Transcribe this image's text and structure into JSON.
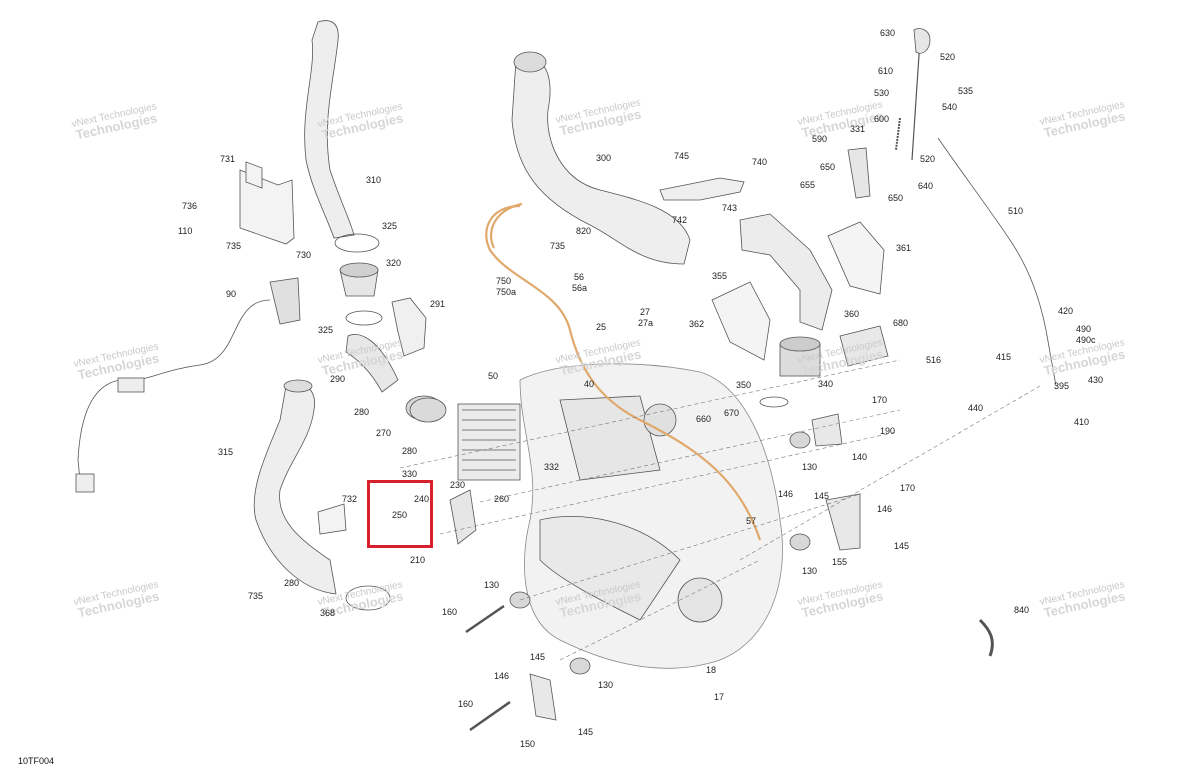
{
  "doc_code": "10TF004",
  "watermark": {
    "line1": "vNext Technologies",
    "line2": "Technologies"
  },
  "highlight_color": "#d6202e",
  "part_labels": [
    {
      "id": "630",
      "text": "630"
    },
    {
      "id": "520a",
      "text": "520"
    },
    {
      "id": "610",
      "text": "610"
    },
    {
      "id": "535",
      "text": "535"
    },
    {
      "id": "530",
      "text": "530"
    },
    {
      "id": "540",
      "text": "540"
    },
    {
      "id": "600",
      "text": "600"
    },
    {
      "id": "331",
      "text": "331"
    },
    {
      "id": "590",
      "text": "590"
    },
    {
      "id": "520b",
      "text": "520"
    },
    {
      "id": "650a",
      "text": "650"
    },
    {
      "id": "655",
      "text": "655"
    },
    {
      "id": "640",
      "text": "640"
    },
    {
      "id": "650b",
      "text": "650"
    },
    {
      "id": "510",
      "text": "510"
    },
    {
      "id": "745",
      "text": "745"
    },
    {
      "id": "740",
      "text": "740"
    },
    {
      "id": "743",
      "text": "743"
    },
    {
      "id": "742",
      "text": "742"
    },
    {
      "id": "300",
      "text": "300"
    },
    {
      "id": "820",
      "text": "820"
    },
    {
      "id": "735a",
      "text": "735"
    },
    {
      "id": "355",
      "text": "355"
    },
    {
      "id": "361",
      "text": "361"
    },
    {
      "id": "360",
      "text": "360"
    },
    {
      "id": "362",
      "text": "362"
    },
    {
      "id": "680",
      "text": "680"
    },
    {
      "id": "516",
      "text": "516"
    },
    {
      "id": "340",
      "text": "340"
    },
    {
      "id": "350",
      "text": "350"
    },
    {
      "id": "170a",
      "text": "170"
    },
    {
      "id": "190",
      "text": "190"
    },
    {
      "id": "660",
      "text": "660"
    },
    {
      "id": "670",
      "text": "670"
    },
    {
      "id": "140",
      "text": "140"
    },
    {
      "id": "130a",
      "text": "130"
    },
    {
      "id": "415",
      "text": "415"
    },
    {
      "id": "420",
      "text": "420"
    },
    {
      "id": "490",
      "text": "490"
    },
    {
      "id": "490c",
      "text": "490c"
    },
    {
      "id": "395",
      "text": "395"
    },
    {
      "id": "430",
      "text": "430"
    },
    {
      "id": "440",
      "text": "440"
    },
    {
      "id": "410",
      "text": "410"
    },
    {
      "id": "731",
      "text": "731"
    },
    {
      "id": "310",
      "text": "310"
    },
    {
      "id": "736",
      "text": "736"
    },
    {
      "id": "110",
      "text": "110"
    },
    {
      "id": "735b",
      "text": "735"
    },
    {
      "id": "730",
      "text": "730"
    },
    {
      "id": "325a",
      "text": "325"
    },
    {
      "id": "320",
      "text": "320"
    },
    {
      "id": "90",
      "text": "90"
    },
    {
      "id": "291",
      "text": "291"
    },
    {
      "id": "325b",
      "text": "325"
    },
    {
      "id": "290",
      "text": "290"
    },
    {
      "id": "750",
      "text": "750"
    },
    {
      "id": "750a",
      "text": "750a"
    },
    {
      "id": "56",
      "text": "56"
    },
    {
      "id": "56a",
      "text": "56a"
    },
    {
      "id": "27",
      "text": "27"
    },
    {
      "id": "27a",
      "text": "27a"
    },
    {
      "id": "25",
      "text": "25"
    },
    {
      "id": "50",
      "text": "50"
    },
    {
      "id": "40",
      "text": "40"
    },
    {
      "id": "280a",
      "text": "280"
    },
    {
      "id": "270",
      "text": "270"
    },
    {
      "id": "280b",
      "text": "280"
    },
    {
      "id": "330",
      "text": "330"
    },
    {
      "id": "332",
      "text": "332"
    },
    {
      "id": "315",
      "text": "315"
    },
    {
      "id": "732",
      "text": "732"
    },
    {
      "id": "240",
      "text": "240"
    },
    {
      "id": "230",
      "text": "230"
    },
    {
      "id": "260",
      "text": "260"
    },
    {
      "id": "250",
      "text": "250"
    },
    {
      "id": "210",
      "text": "210"
    },
    {
      "id": "280c",
      "text": "280"
    },
    {
      "id": "735c",
      "text": "735"
    },
    {
      "id": "368",
      "text": "368"
    },
    {
      "id": "146a",
      "text": "146"
    },
    {
      "id": "145a",
      "text": "145"
    },
    {
      "id": "170b",
      "text": "170"
    },
    {
      "id": "146b",
      "text": "146"
    },
    {
      "id": "57",
      "text": "57"
    },
    {
      "id": "155",
      "text": "155"
    },
    {
      "id": "145b",
      "text": "145"
    },
    {
      "id": "130b",
      "text": "130"
    },
    {
      "id": "130c",
      "text": "130"
    },
    {
      "id": "160a",
      "text": "160"
    },
    {
      "id": "840",
      "text": "840"
    },
    {
      "id": "145c",
      "text": "145"
    },
    {
      "id": "146c",
      "text": "146"
    },
    {
      "id": "130d",
      "text": "130"
    },
    {
      "id": "18",
      "text": "18"
    },
    {
      "id": "17",
      "text": "17"
    },
    {
      "id": "160b",
      "text": "160"
    },
    {
      "id": "150",
      "text": "150"
    },
    {
      "id": "145d",
      "text": "145"
    }
  ]
}
